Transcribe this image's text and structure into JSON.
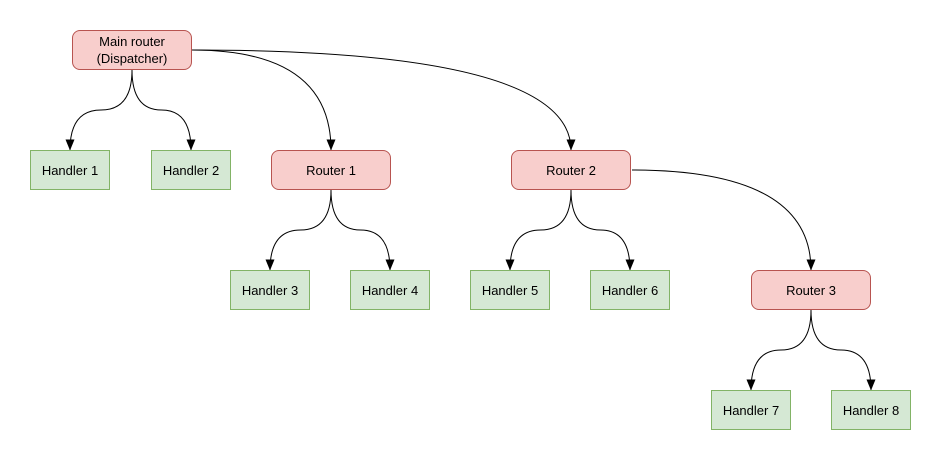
{
  "diagram": {
    "styles": {
      "canvas_background": "#ffffff",
      "router_fill": "#f8cecc",
      "router_stroke": "#b85450",
      "handler_fill": "#d5e8d4",
      "handler_stroke": "#82b366",
      "edge_color": "#000000",
      "text_color": "#000000"
    },
    "nodes": {
      "main_router": {
        "label": "Main router",
        "sublabel": "(Dispatcher)",
        "kind": "router"
      },
      "handler_1": {
        "label": "Handler 1",
        "kind": "handler"
      },
      "handler_2": {
        "label": "Handler 2",
        "kind": "handler"
      },
      "router_1": {
        "label": "Router 1",
        "kind": "router"
      },
      "router_2": {
        "label": "Router 2",
        "kind": "router"
      },
      "handler_3": {
        "label": "Handler 3",
        "kind": "handler"
      },
      "handler_4": {
        "label": "Handler 4",
        "kind": "handler"
      },
      "handler_5": {
        "label": "Handler 5",
        "kind": "handler"
      },
      "handler_6": {
        "label": "Handler 6",
        "kind": "handler"
      },
      "router_3": {
        "label": "Router 3",
        "kind": "router"
      },
      "handler_7": {
        "label": "Handler 7",
        "kind": "handler"
      },
      "handler_8": {
        "label": "Handler 8",
        "kind": "handler"
      }
    },
    "edges": [
      {
        "from": "main_router",
        "to": "handler_1"
      },
      {
        "from": "main_router",
        "to": "handler_2"
      },
      {
        "from": "main_router",
        "to": "router_1"
      },
      {
        "from": "main_router",
        "to": "router_2"
      },
      {
        "from": "router_1",
        "to": "handler_3"
      },
      {
        "from": "router_1",
        "to": "handler_4"
      },
      {
        "from": "router_2",
        "to": "handler_5"
      },
      {
        "from": "router_2",
        "to": "handler_6"
      },
      {
        "from": "router_2",
        "to": "router_3"
      },
      {
        "from": "router_3",
        "to": "handler_7"
      },
      {
        "from": "router_3",
        "to": "handler_8"
      }
    ]
  }
}
